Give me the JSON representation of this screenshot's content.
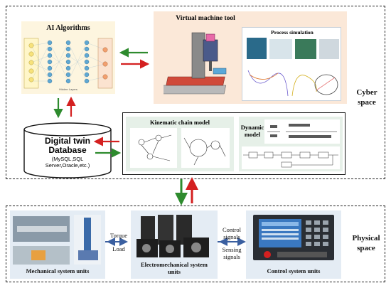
{
  "cyber": {
    "space_label_line1": "Cyber",
    "space_label_line2": "space",
    "ai": {
      "title": "AI Algorithms",
      "caption": "Hidden Layers"
    },
    "vmt": {
      "title": "Virtual machine tool",
      "process_title": "Process simulation"
    },
    "database": {
      "title_line1": "Digital twin",
      "title_line2": "Database",
      "sub_line1": "(MySQL,SQL",
      "sub_line2": "Server,Oracle,etc.)"
    },
    "kinematic": {
      "title": "Kinematic chain model"
    },
    "dynamic": {
      "title_line1": "Dynamic",
      "title_line2": "model"
    }
  },
  "physical": {
    "space_label_line1": "Physical",
    "space_label_line2": "space",
    "mechanical": {
      "label": "Mechanical system units"
    },
    "electromech": {
      "label_line1": "Electromechanical system",
      "label_line2": "units"
    },
    "control": {
      "label": "Control system units"
    },
    "torque": "Torque",
    "load": "Load",
    "control_signals_line1": "Control",
    "control_signals_line2": "signals",
    "sensing_signals_line1": "Sensing",
    "sensing_signals_line2": "signals"
  },
  "colors": {
    "green_arrow": "#2e8b2e",
    "red_arrow": "#d42020",
    "blue_arrow": "#3a5fa0",
    "panel_bg": "#eaf2ec"
  }
}
